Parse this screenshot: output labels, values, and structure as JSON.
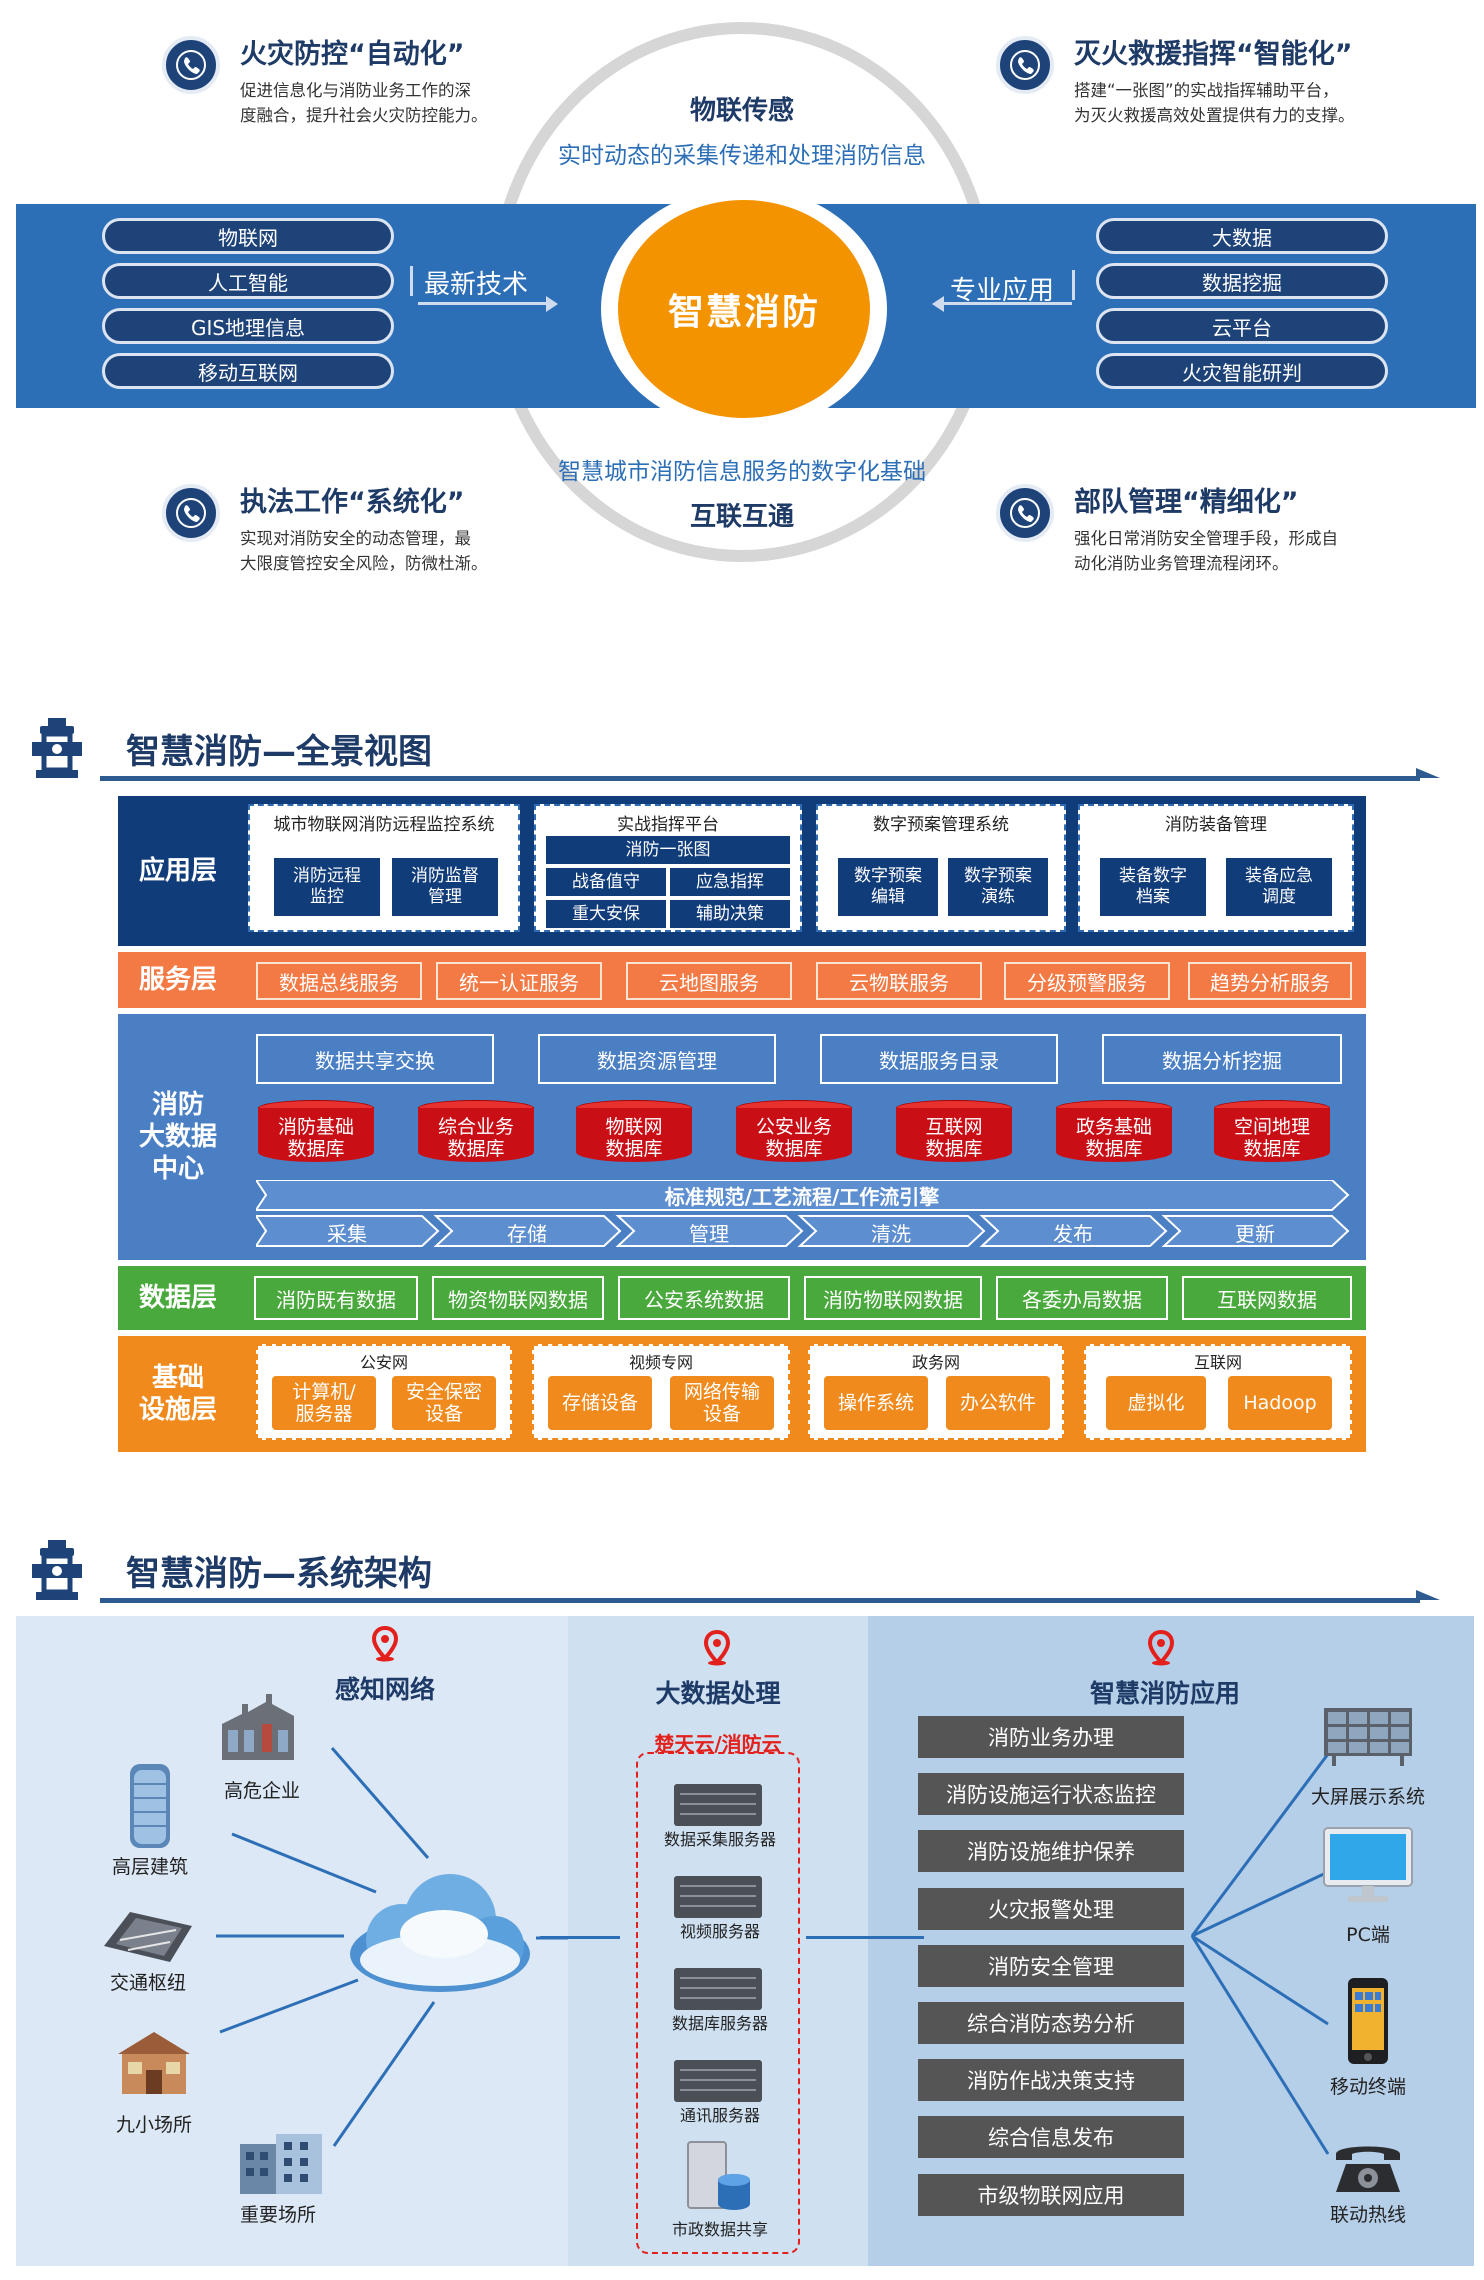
{
  "overview": {
    "center": "智慧消防",
    "top_title": "物联传感",
    "top_subtitle": "实时动态的采集传递和处理消防信息",
    "bottom_subtitle": "智慧城市消防信息服务的数字化基础",
    "bottom_title": "互联互通",
    "left_label": "最新技术",
    "right_label": "专业应用",
    "left_pills": [
      "物联网",
      "人工智能",
      "GIS地理信息",
      "移动互联网"
    ],
    "right_pills": [
      "大数据",
      "数据挖掘",
      "云平台",
      "火灾智能研判"
    ],
    "features": [
      {
        "title": "火灾防控“自动化”",
        "desc1": "促进信息化与消防业务工作的深",
        "desc2": "度融合，提升社会火灾防控能力。",
        "icon": "phone-icon"
      },
      {
        "title": "灭火救援指挥“智能化”",
        "desc1": "搭建“一张图”的实战指挥辅助平台，",
        "desc2": "为灭火救援高效处置提供有力的支撑。",
        "icon": "phone-icon"
      },
      {
        "title": "执法工作“系统化”",
        "desc1": "实现对消防安全的动态管理，最",
        "desc2": "大限度管控安全风险，防微杜渐。",
        "icon": "phone-icon"
      },
      {
        "title": "部队管理“精细化”",
        "desc1": "强化日常消防安全管理手段，形成自",
        "desc2": "动化消防业务管理流程闭环。",
        "icon": "phone-icon"
      }
    ]
  },
  "panorama": {
    "title": "智慧消防—全景视图",
    "layers": {
      "app": "应用层",
      "service": "服务层",
      "bigdata": [
        "消防",
        "大数据",
        "中心"
      ],
      "data": "数据层",
      "infra": [
        "基础",
        "设施层"
      ]
    },
    "app_boxes": [
      {
        "title": "城市物联网消防远程监控系统",
        "items": [
          "消防远程\n监控",
          "消防监督\n管理"
        ]
      },
      {
        "title": "实战指挥平台",
        "top": "消防一张图",
        "items": [
          "战备值守",
          "应急指挥",
          "重大安保",
          "辅助决策"
        ]
      },
      {
        "title": "数字预案管理系统",
        "items": [
          "数字预案\n编辑",
          "数字预案\n演练"
        ]
      },
      {
        "title": "消防装备管理",
        "items": [
          "装备数字\n档案",
          "装备应急\n调度"
        ]
      }
    ],
    "services": [
      "数据总线服务",
      "统一认证服务",
      "云地图服务",
      "云物联服务",
      "分级预警服务",
      "趋势分析服务"
    ],
    "bigdata_top": [
      "数据共享交换",
      "数据资源管理",
      "数据服务目录",
      "数据分析挖掘"
    ],
    "databases": [
      "消防基础\n数据库",
      "综合业务\n数据库",
      "物联网\n数据库",
      "公安业务\n数据库",
      "互联网\n数据库",
      "政务基础\n数据库",
      "空间地理\n数据库"
    ],
    "pipeline_title": "标准规范/工艺流程/工作流引擎",
    "pipeline_steps": [
      "采集",
      "存储",
      "管理",
      "清洗",
      "发布",
      "更新"
    ],
    "data_items": [
      "消防既有数据",
      "物资物联网数据",
      "公安系统数据",
      "消防物联网数据",
      "各委办局数据",
      "互联网数据"
    ],
    "infra_boxes": [
      {
        "title": "公安网",
        "items": [
          "计算机/\n服务器",
          "安全保密\n设备"
        ]
      },
      {
        "title": "视频专网",
        "items": [
          "存储设备",
          "网络传输\n设备"
        ]
      },
      {
        "title": "政务网",
        "items": [
          "操作系统",
          "办公软件"
        ]
      },
      {
        "title": "互联网",
        "items": [
          "虚拟化",
          "Hadoop"
        ]
      }
    ]
  },
  "architecture": {
    "title": "智慧消防—系统架构",
    "col1_title": "感知网络",
    "col2_title": "大数据处理",
    "col3_title": "智慧消防应用",
    "cloud_label": "楚天云/消防云",
    "sensors": [
      "高危企业",
      "高层建筑",
      "交通枢纽",
      "九小场所",
      "重要场所"
    ],
    "servers": [
      "数据采集服务器",
      "视频服务器",
      "数据库服务器",
      "通讯服务器",
      "市政数据共享"
    ],
    "apps": [
      "消防业务办理",
      "消防设施运行状态监控",
      "消防设施维护保养",
      "火灾报警处理",
      "消防安全管理",
      "综合消防态势分析",
      "消防作战决策支持",
      "综合信息发布",
      "市级物联网应用"
    ],
    "terminals": [
      "大屏展示系统",
      "PC端",
      "移动终端",
      "联动热线"
    ]
  }
}
